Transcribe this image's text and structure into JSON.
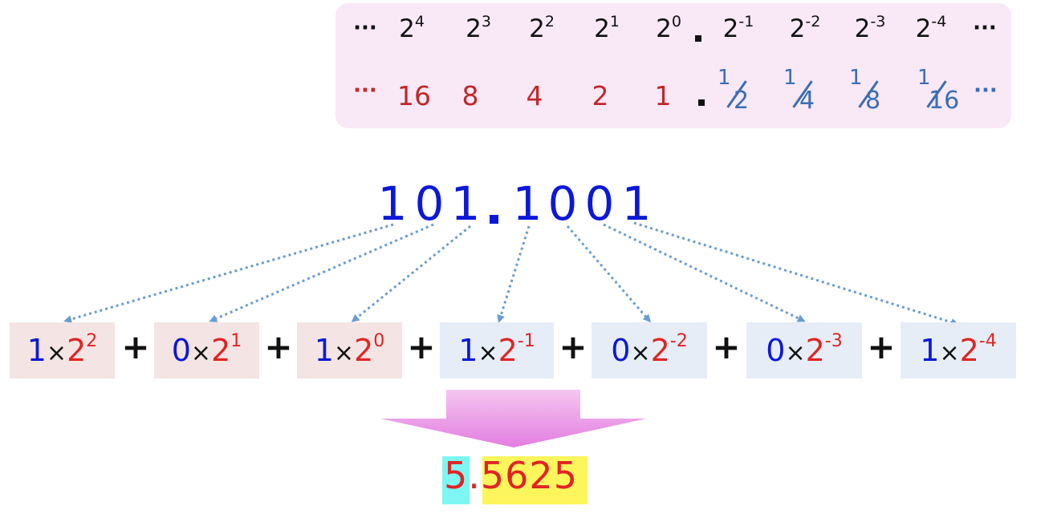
{
  "place_values": {
    "leading_ellipsis": "···",
    "trailing_ellipsis": "···",
    "powers": [
      {
        "base": "2",
        "exp": "4"
      },
      {
        "base": "2",
        "exp": "3"
      },
      {
        "base": "2",
        "exp": "2"
      },
      {
        "base": "2",
        "exp": "1"
      },
      {
        "base": "2",
        "exp": "0"
      },
      {
        "base": "2",
        "exp": "-1"
      },
      {
        "base": "2",
        "exp": "-2"
      },
      {
        "base": "2",
        "exp": "-3"
      },
      {
        "base": "2",
        "exp": "-4"
      }
    ],
    "values": [
      "16",
      "8",
      "4",
      "2",
      "1"
    ],
    "fractions": [
      {
        "num": "1",
        "den": "2"
      },
      {
        "num": "1",
        "den": "4"
      },
      {
        "num": "1",
        "den": "8"
      },
      {
        "num": "1",
        "den": "16"
      }
    ]
  },
  "binary_number": {
    "digits": [
      "1",
      "0",
      "1",
      "1",
      "0",
      "0",
      "1"
    ]
  },
  "terms": [
    {
      "coef": "1",
      "times": "×",
      "base": "2",
      "exp": "2"
    },
    {
      "coef": "0",
      "times": "×",
      "base": "2",
      "exp": "1"
    },
    {
      "coef": "1",
      "times": "×",
      "base": "2",
      "exp": "0"
    },
    {
      "coef": "1",
      "times": "×",
      "base": "2",
      "exp": "-1"
    },
    {
      "coef": "0",
      "times": "×",
      "base": "2",
      "exp": "-2"
    },
    {
      "coef": "0",
      "times": "×",
      "base": "2",
      "exp": "-3"
    },
    {
      "coef": "1",
      "times": "×",
      "base": "2",
      "exp": "-4"
    }
  ],
  "plus_sign": "+",
  "result": {
    "text": "5.5625"
  },
  "colors": {
    "binary_digits": "#0c18d8",
    "base_red": "#e02424",
    "integer_highlight": "#7ef7f4",
    "fraction_highlight": "#fdf55c",
    "arrow": "#6a9cd0"
  }
}
